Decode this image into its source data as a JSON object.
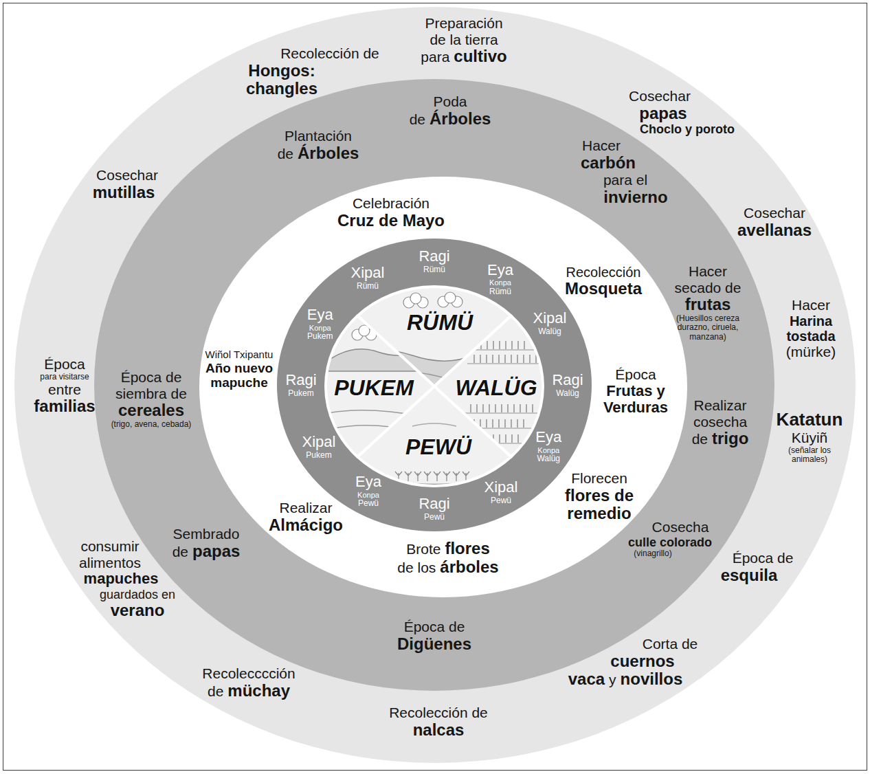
{
  "diagram": {
    "nodes": [
      {
        "text": [
          "Preparación de la tierra",
          "para",
          "cultivo",
          "Cosechar",
          "papas",
          "Choclo y poroto",
          "Cosechar",
          "avellanas",
          "Hacer",
          "Harina tostada",
          "(mürke)",
          "Katatun",
          "Küyiñ",
          "(señalar los animales)",
          "Época de",
          "esquila",
          "Corta de",
          "cuernos",
          "vaca",
          "y",
          "novillos",
          "Recolección de",
          "nalcas",
          "Recolecccción",
          "de",
          "müchay",
          "consumir alimentos",
          "mapuches",
          "guardados en",
          "verano",
          "Época",
          "para visitarse",
          "entre",
          "familias",
          "Cosechar",
          "mutillas",
          "Recolección de",
          "Hongos: changles"
        ]
      },
      {
        "text": [
          "Poda",
          "de",
          "Árboles",
          "Hacer",
          "carbón",
          "para el",
          "invierno",
          "Hacer secado de",
          "frutas",
          "(Huesillos cereza durazno, ciruela, manzana)",
          "Realizar cosecha",
          "de",
          "trigo",
          "Cosecha",
          "culle colorado",
          "(vinagrillo)",
          "Época de",
          "Digüenes",
          "Sembrado",
          "de",
          "papas",
          "Época de siembra de",
          "cereales",
          "(trigo, avena, cebada)",
          "Plantación",
          "de",
          "Árboles"
        ],
        "in": 0
      },
      {
        "text": [
          "Celebración",
          "Cruz de Mayo",
          "Recolección",
          "Mosqueta",
          "Época",
          "Frutas y Verduras",
          "Florecen",
          "flores de remedio",
          "Brote",
          "flores",
          "de los",
          "árboles",
          "Realizar",
          "Almácigo",
          "Wiñol Txipantu",
          "Año nuevo mapuche"
        ],
        "in": 1
      },
      {
        "text": [
          "Ragi",
          "Rümü",
          "Eya",
          "Konpa",
          "Rümü",
          "Xipal",
          "Walüg",
          "Ragi",
          "Walüg",
          "Eya",
          "Konpa",
          "Walüg",
          "Xipal",
          "Pewü",
          "Ragi",
          "Pewü",
          "Eya",
          "Konpa",
          "Pewü",
          "Xipal",
          "Pukem",
          "Ragi",
          "Pukem",
          "Eya",
          "Konpa",
          "Pukem",
          "Xipal",
          "Rümü"
        ],
        "in": 2
      },
      {
        "text": [
          "RÜMÜ"
        ],
        "in": 3
      },
      {
        "text": [
          "WALÜG"
        ],
        "in": 3
      },
      {
        "text": [
          "PEWÜ"
        ],
        "in": 3
      },
      {
        "text": [
          "PUKEM"
        ],
        "in": 3
      }
    ]
  }
}
